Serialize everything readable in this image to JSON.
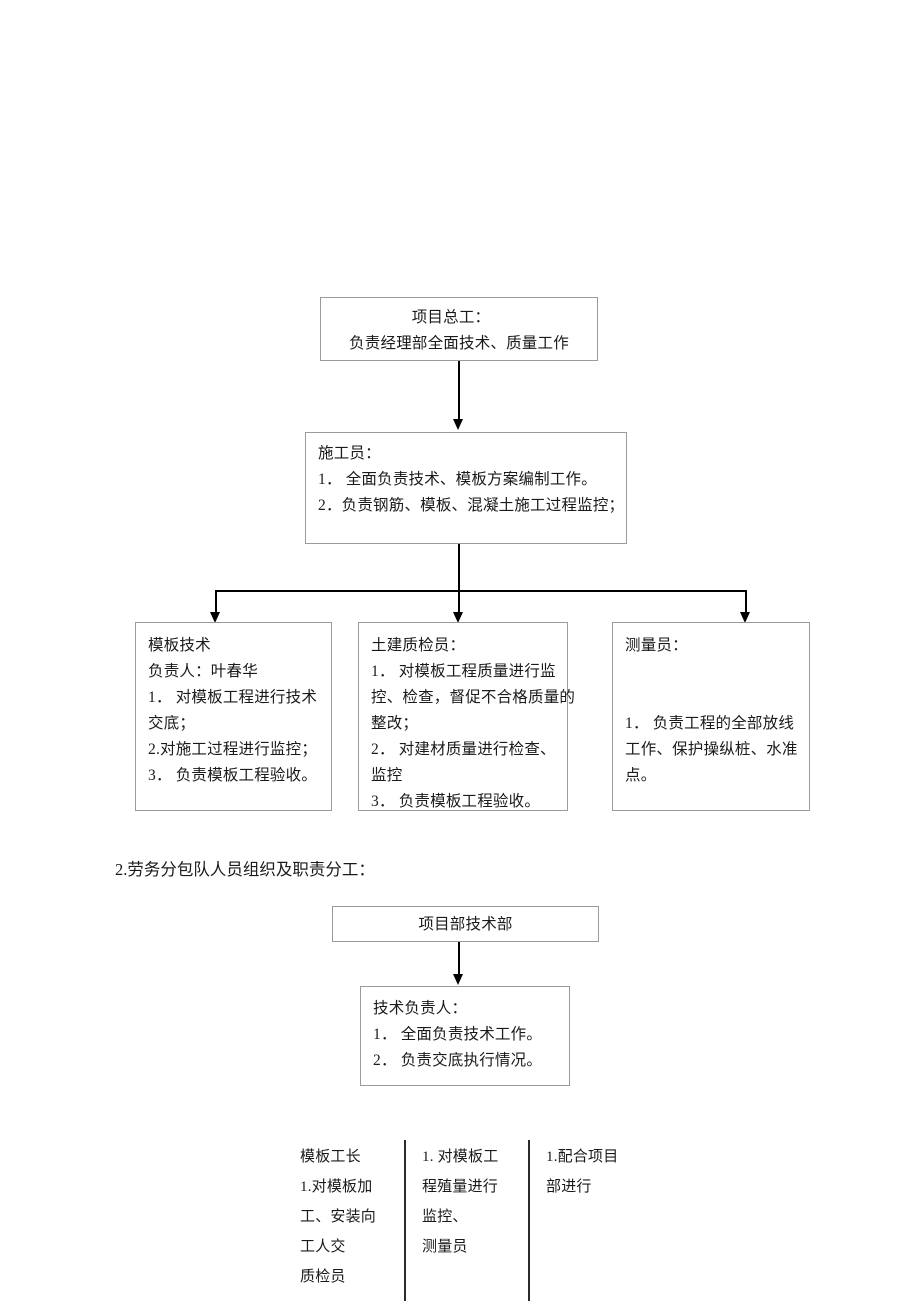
{
  "document": {
    "section_heading": "2.劳务分包队人员组织及职责分工："
  },
  "chart_top": {
    "chief_engineer": {
      "title": "项目总工：",
      "line2": "负责经理部全面技术、质量工作"
    },
    "construction_officer": {
      "title": "施工员：",
      "item1": "1． 全面负责技术、模板方案编制工作。",
      "item2": "2．负责钢筋、模板、混凝土施工过程监控；"
    },
    "formwork_tech": {
      "title": "模板技术",
      "owner": "负责人：叶春华",
      "item1_a": "1． 对模板工程进行技术",
      "item1_b": "交底；",
      "item2": "2.对施工过程进行监控；",
      "item3": "3． 负责模板工程验收。"
    },
    "civil_inspector": {
      "title": "土建质检员：",
      "item1_a": "1． 对模板工程质量进行监",
      "item1_b": "控、检查，督促不合格质量的",
      "item1_c": "整改；",
      "item2_a": "2． 对建材质量进行检查、",
      "item2_b": "监控",
      "item3": "3． 负责模板工程验收。"
    },
    "surveyor": {
      "title": "测量员：",
      "item1_a": "1． 负责工程的全部放线",
      "item1_b": "工作、保护操纵桩、水准",
      "item1_c": "点。"
    }
  },
  "chart_bottom": {
    "dept_tech": {
      "title": "项目部技术部"
    },
    "tech_lead": {
      "title": "技术负责人：",
      "item1": "1． 全面负责技术工作。",
      "item2": "2． 负责交底执行情况。"
    },
    "columns": [
      {
        "name": "formwork-foreman",
        "lines": [
          "模板工长",
          "1.对模板加",
          "工、安装向",
          "工人交",
          "质检员"
        ]
      },
      {
        "name": "formwork-quantity",
        "lines": [
          "1. 对模板工",
          "程殖量进行",
          "监控、",
          "测量员"
        ]
      },
      {
        "name": "cooperate-project",
        "lines": [
          "1.配合项目",
          "部进行"
        ]
      }
    ]
  }
}
